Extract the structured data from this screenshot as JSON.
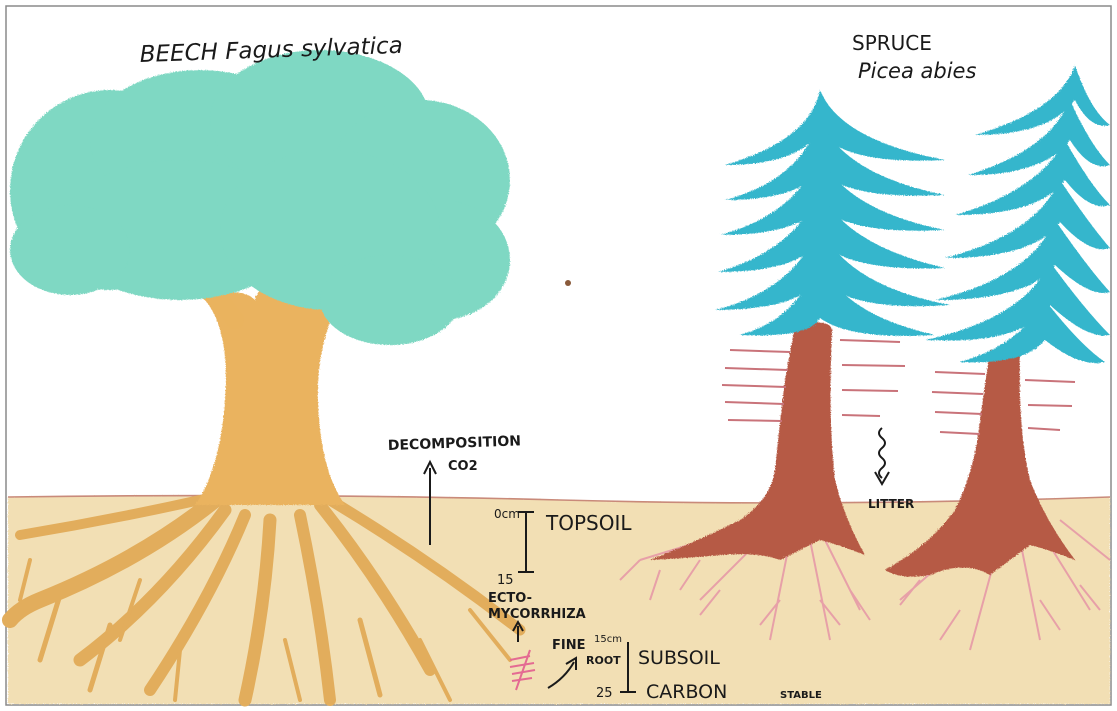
{
  "beech": {
    "title": "BEECH Fagus sylvatica"
  },
  "spruce": {
    "title_line1": "SPRUCE",
    "title_line2": "Picea abies"
  },
  "labels": {
    "decomposition": "DECOMPOSITION",
    "co2": "CO2",
    "depth_0": "0cm",
    "topsoil": "TOPSOIL",
    "depth_15": "15",
    "ecto": "ECTO-",
    "mycorrhiza": "MYCORRHIZA",
    "fine": "FINE",
    "root": "ROOT",
    "depth_15cm": "15cm",
    "subsoil": "SUBSOIL",
    "depth_25": "25",
    "carbon": "CARBON",
    "stable": "STABLE",
    "litter": "LITTER"
  },
  "colors": {
    "soil": "#f2dfb4",
    "soil_line": "#c98a7a",
    "beech_canopy": "#7fd8c3",
    "beech_trunk": "#eab35e",
    "spruce_needles": "#35b6cc",
    "spruce_trunk": "#b65a44",
    "spruce_roots": "#e7a0a8"
  }
}
